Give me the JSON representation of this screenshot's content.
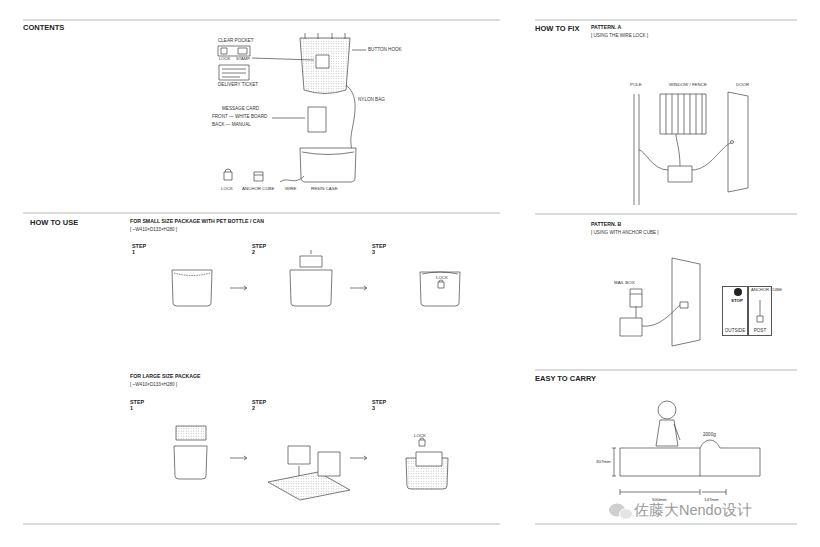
{
  "diagram": {
    "nodes": [
      {
        "text": [
          "OUTSIDE"
        ]
      },
      {
        "text": [
          "POST"
        ]
      }
    ],
    "labels": [
      "CONTENTS",
      "CLEAR POCKET",
      "LOCK",
      "STAMP",
      "DELIVERY TICKET",
      "BUTTON HOOK",
      "NYLON BAG",
      "MESSAGE CARD",
      "FRONT — WHITE BOARD",
      "BACK — MANUAL",
      "LOCK",
      "ANCHOR CUBE",
      "WIRE",
      "RESIN CASE",
      "HOW TO USE",
      "FOR SMALL SIZE PACKAGE  WITH PET BOTTLE / CAN",
      "[ ~W410×D133×H280 ]",
      "STEP 1",
      "STEP 2",
      "STEP 3",
      "LOCK",
      "FOR LARGE SIZE PACKAGE",
      "[ ~W410×D133×H280 ]",
      "STEP 1",
      "STEP 2",
      "STEP 3",
      "LOCK",
      "HOW TO FIX",
      "PATTERN. A",
      "[ USING THE WIRE LOCK ]",
      "POLE",
      "WINDOW / FENCE",
      "DOOR",
      "PATTERN. B",
      "[ USING WITH ANCHOR CUBE ]",
      "MAIL BOX",
      "STOP",
      "ANCHOR CUBE",
      "EASY TO CARRY",
      "2000g",
      "307mm",
      "500mm",
      "147mm",
      "佐藤大Nendo设计"
    ]
  }
}
